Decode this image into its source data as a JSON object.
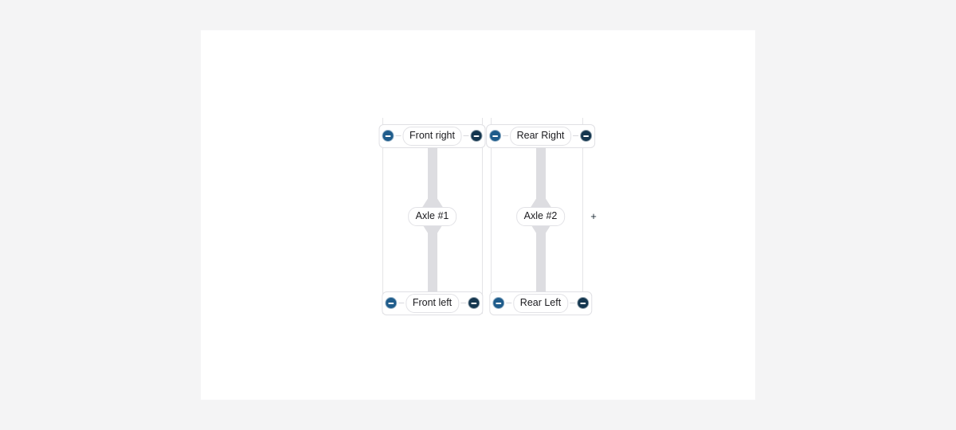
{
  "canvas": {
    "background": "#ffffff",
    "page_background": "#f4f4f5"
  },
  "colors": {
    "handle_source": "#1f5c8b",
    "handle_target": "#14364f",
    "edge": "#dddde1",
    "divider": "#e4e4e7",
    "node_border": "#e0e0e4",
    "text": "#1b1b1f"
  },
  "diagram": {
    "type": "axle-layout",
    "axles": [
      {
        "id": "axle-1",
        "label": "Axle #1",
        "top_node": {
          "label": "Front right",
          "left_handle": "handle-dot-icon",
          "right_handle": "handle-dot-icon"
        },
        "bottom_node": {
          "label": "Front left",
          "left_handle": "handle-dot-icon",
          "right_handle": "handle-dot-icon"
        }
      },
      {
        "id": "axle-2",
        "label": "Axle #2",
        "top_node": {
          "label": "Rear Right",
          "left_handle": "handle-dot-icon",
          "right_handle": "handle-dot-icon"
        },
        "bottom_node": {
          "label": "Rear Left",
          "left_handle": "handle-dot-icon",
          "right_handle": "handle-dot-icon"
        }
      }
    ],
    "add_button": {
      "label": "+",
      "icon": "plus-icon"
    }
  }
}
